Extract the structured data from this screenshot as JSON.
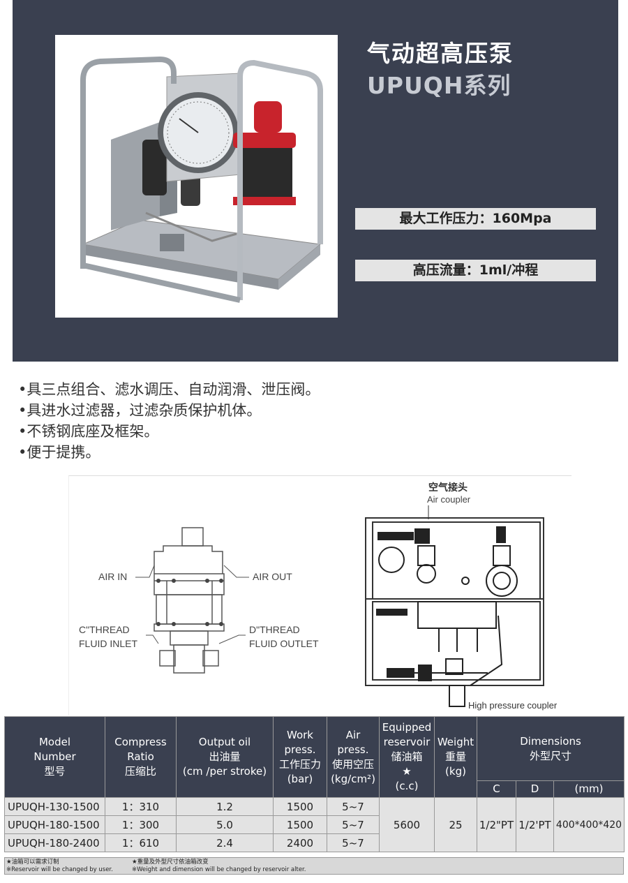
{
  "header": {
    "title": "气动超高压泵",
    "subtitle": "UPUQH系列",
    "specs": [
      "最大工作压力：160Mpa",
      "高压流量：1ml/冲程"
    ]
  },
  "features": [
    "具三点组合、滤水调压、自动润滑、泄压阀。",
    "具进水过滤器，过滤杂质保护机体。",
    "不锈钢底座及框架。",
    "便于提携。"
  ],
  "diagram": {
    "air_in": "AIR IN",
    "air_out": "AIR OUT",
    "c_thread": "C\"THREAD",
    "fluid_inlet": "FLUID INLET",
    "d_thread": "D\"THREAD",
    "fluid_outlet": "FLUID OUTLET",
    "air_coupler_cn": "空气接头",
    "air_coupler_en": "Air coupler",
    "hp_coupler": "High pressure coupler"
  },
  "table": {
    "headers": {
      "model": [
        "Model",
        "Number",
        "型号"
      ],
      "ratio": [
        "Compress",
        "Ratio",
        "压缩比"
      ],
      "output": [
        "Output oil",
        "出油量",
        "(cm  /per  stroke)"
      ],
      "work": [
        "Work",
        "press.",
        "工作压力",
        "(bar)"
      ],
      "air": [
        "Air",
        "press.",
        "使用空压",
        "(kg/cm²)"
      ],
      "reservoir": [
        "Equipped",
        "reservoir",
        "储油箱",
        "★",
        "(c.c)"
      ],
      "weight": [
        "Weight",
        "重量",
        "(kg)"
      ],
      "dimensions": [
        "Dimensions",
        "外型尺寸"
      ],
      "sub": [
        "C",
        "D",
        "(mm)"
      ]
    },
    "rows": [
      {
        "model": "UPUQH-130-1500",
        "ratio": "1：310",
        "output": "1.2",
        "work": "1500",
        "air": "5~7"
      },
      {
        "model": "UPUQH-180-1500",
        "ratio": "1：300",
        "output": "5.0",
        "work": "1500",
        "air": "5~7"
      },
      {
        "model": "UPUQH-180-2400",
        "ratio": "1：610",
        "output": "2.4",
        "work": "2400",
        "air": "5~7"
      }
    ],
    "shared": {
      "reservoir": "5600",
      "weight": "25",
      "c": "1/2\"PT",
      "d": "1/2'PT",
      "mm": "400*400*420"
    }
  },
  "notes": [
    "★油箱可以需求订制",
    "※Reservoir will be changed by user.",
    "★重量及外型尺寸依油箱改变",
    "※Weight and dimension will be changed by reservoir alter."
  ]
}
